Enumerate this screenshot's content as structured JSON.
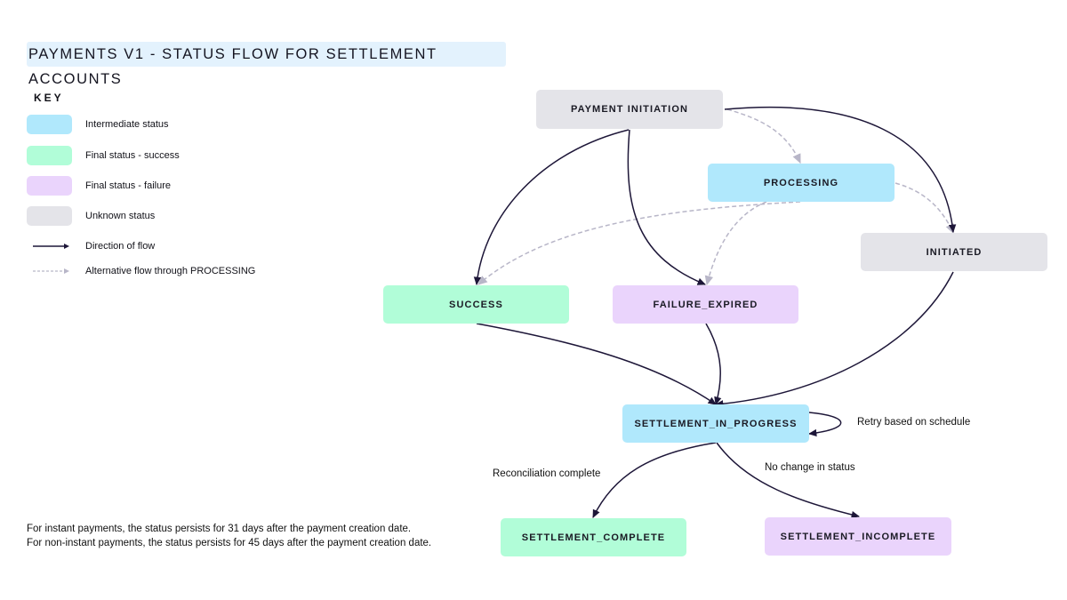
{
  "title": "PAYMENTS V1 - STATUS FLOW FOR SETTLEMENT ACCOUNTS",
  "key": {
    "heading": "KEY",
    "items": [
      {
        "type": "swatch",
        "color": "#b0e8fc",
        "label": "Intermediate status"
      },
      {
        "type": "swatch",
        "color": "#b1fdd8",
        "label": "Final status - success"
      },
      {
        "type": "swatch",
        "color": "#ead4fc",
        "label": "Final status - failure"
      },
      {
        "type": "swatch",
        "color": "#e4e4e9",
        "label": "Unknown status"
      },
      {
        "type": "solid-arrow",
        "color": "#1d1638",
        "label": "Direction of flow"
      },
      {
        "type": "dashed-arrow",
        "color": "#b8b6c8",
        "label": "Alternative flow through PROCESSING"
      }
    ]
  },
  "nodes": {
    "payment_initiation": {
      "label": "PAYMENT INITIATION",
      "category": "unknown"
    },
    "processing": {
      "label": "PROCESSING",
      "category": "intermediate"
    },
    "initiated": {
      "label": "INITIATED",
      "category": "unknown"
    },
    "success": {
      "label": "SUCCESS",
      "category": "success"
    },
    "failure_expired": {
      "label": "FAILURE_EXPIRED",
      "category": "failure"
    },
    "settlement_in_progress": {
      "label": "SETTLEMENT_IN_PROGRESS",
      "category": "intermediate"
    },
    "settlement_complete": {
      "label": "SETTLEMENT_COMPLETE",
      "category": "success"
    },
    "settlement_incomplete": {
      "label": "SETTLEMENT_INCOMPLETE",
      "category": "failure"
    }
  },
  "edges": [
    {
      "from": "payment_initiation",
      "to": "success",
      "style": "solid"
    },
    {
      "from": "payment_initiation",
      "to": "failure_expired",
      "style": "solid"
    },
    {
      "from": "payment_initiation",
      "to": "initiated",
      "style": "solid"
    },
    {
      "from": "payment_initiation",
      "to": "processing",
      "style": "dashed"
    },
    {
      "from": "processing",
      "to": "success",
      "style": "dashed"
    },
    {
      "from": "processing",
      "to": "failure_expired",
      "style": "dashed"
    },
    {
      "from": "processing",
      "to": "initiated",
      "style": "dashed"
    },
    {
      "from": "success",
      "to": "settlement_in_progress",
      "style": "solid"
    },
    {
      "from": "failure_expired",
      "to": "settlement_in_progress",
      "style": "solid"
    },
    {
      "from": "initiated",
      "to": "settlement_in_progress",
      "style": "solid"
    },
    {
      "from": "settlement_in_progress",
      "to": "settlement_in_progress",
      "style": "solid",
      "label": "Retry based on schedule"
    },
    {
      "from": "settlement_in_progress",
      "to": "settlement_complete",
      "style": "solid",
      "label": "Reconciliation complete"
    },
    {
      "from": "settlement_in_progress",
      "to": "settlement_incomplete",
      "style": "solid",
      "label": "No change in status"
    }
  ],
  "edge_labels": {
    "retry": "Retry based on schedule",
    "reconciliation": "Reconciliation complete",
    "no_change": "No change in status"
  },
  "notes": [
    "For instant payments, the status persists for 31 days after the payment creation date.",
    "For non-instant payments, the status persists for 45 days after the payment creation date."
  ],
  "colors": {
    "title_bg": "#e3f2fd",
    "solid_edge": "#1d1638",
    "dashed_edge": "#b8b6c8"
  }
}
